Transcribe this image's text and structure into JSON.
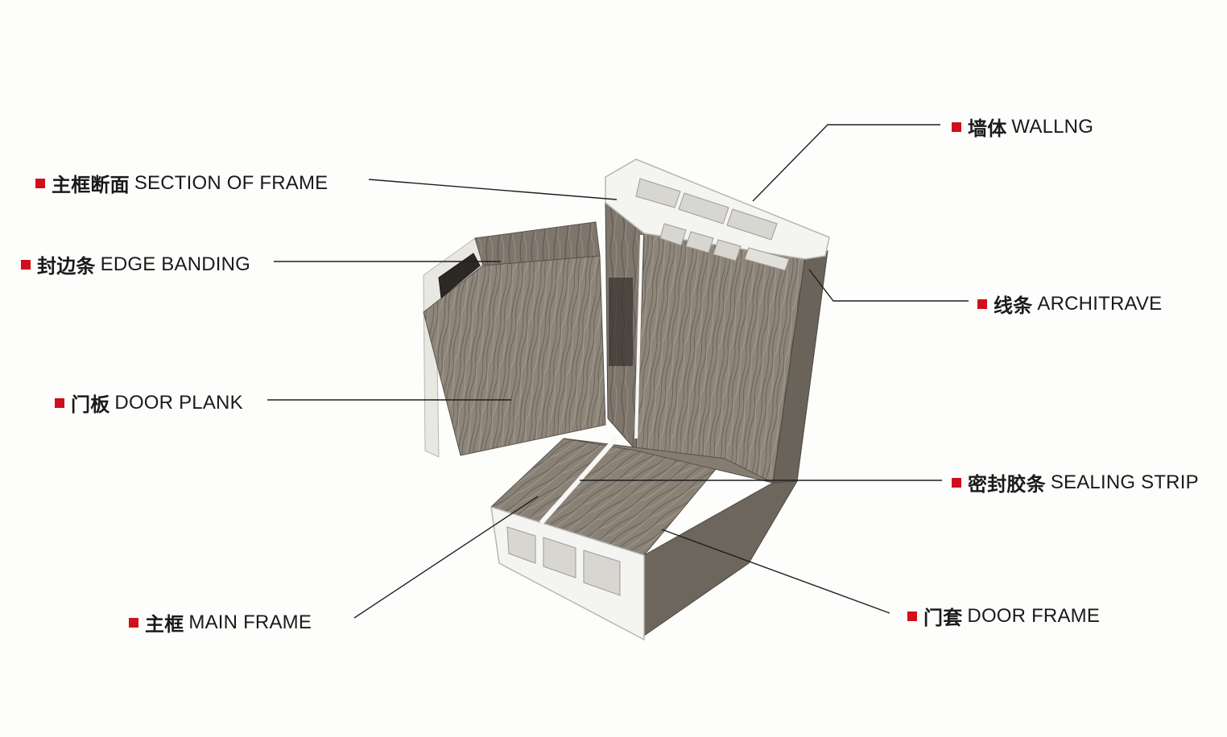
{
  "colors": {
    "bullet": "#d10f1c",
    "leader_line": "#1e1e1e",
    "wood": "#8c8378",
    "pvc": "#f4f4f2"
  },
  "labels": {
    "section_of_frame": {
      "zh": "主框断面",
      "en": "SECTION OF FRAME"
    },
    "edge_banding": {
      "zh": "封边条",
      "en": "EDGE BANDING"
    },
    "door_plank": {
      "zh": "门板",
      "en": "DOOR PLANK"
    },
    "main_frame": {
      "zh": "主框",
      "en": "MAIN FRAME"
    },
    "walling": {
      "zh": "墙体",
      "en": "WALLNG"
    },
    "architrave": {
      "zh": "线条",
      "en": "ARCHITRAVE"
    },
    "sealing_strip": {
      "zh": "密封胶条",
      "en": "SEALING STRIP"
    },
    "door_frame": {
      "zh": "门套",
      "en": "DOOR FRAME"
    }
  }
}
